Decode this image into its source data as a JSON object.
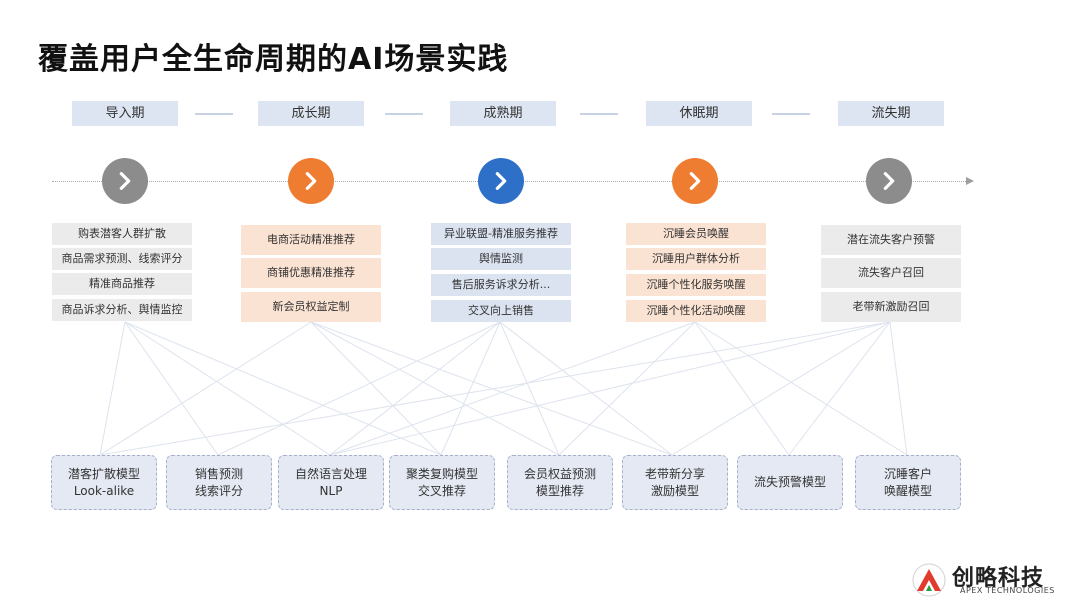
{
  "title": "覆盖用户全生命周期的AI场景实践",
  "stages": [
    {
      "label": "导入期",
      "node_color": "#8c8c8c"
    },
    {
      "label": "成长期",
      "node_color": "#ee7d31"
    },
    {
      "label": "成熟期",
      "node_color": "#2e6fc8"
    },
    {
      "label": "休眠期",
      "node_color": "#ee7d31"
    },
    {
      "label": "流失期",
      "node_color": "#8c8c8c"
    }
  ],
  "features": [
    [
      "购表潜客人群扩散",
      "商品需求预测、线索评分",
      "精准商品推荐",
      "商品诉求分析、舆情监控"
    ],
    [
      "电商活动精准推荐",
      "商铺优惠精准推荐",
      "新会员权益定制"
    ],
    [
      "异业联盟-精准服务推荐",
      "舆情监测",
      "售后服务诉求分析...",
      "交叉向上销售"
    ],
    [
      "沉睡会员唤醒",
      "沉睡用户群体分析",
      "沉睡个性化服务唤醒",
      "沉睡个性化活动唤醒"
    ],
    [
      "潜在流失客户预警",
      "流失客户召回",
      "老带新激励召回"
    ]
  ],
  "models": [
    [
      "潜客扩散模型",
      "Look-alike"
    ],
    [
      "销售预测",
      "线索评分"
    ],
    [
      "自然语言处理",
      "NLP"
    ],
    [
      "聚类复购模型",
      "交叉推荐"
    ],
    [
      "会员权益预测",
      "模型推荐"
    ],
    [
      "老带新分享",
      "激励模型"
    ],
    [
      "流失预警模型"
    ],
    [
      "沉睡客户",
      "唤醒模型"
    ]
  ],
  "logo": {
    "name": "创略科技",
    "sub": "APEX TECHNOLOGIES",
    "icon": "apex-logo-icon"
  },
  "icons": {
    "node": "chevron-right-icon"
  },
  "colors": {
    "gray": "#8c8c8c",
    "orange": "#ee7d31",
    "blue": "#2e6fc8",
    "stage_bg": "#dde5f2",
    "model_bg": "#e4e9f3"
  }
}
